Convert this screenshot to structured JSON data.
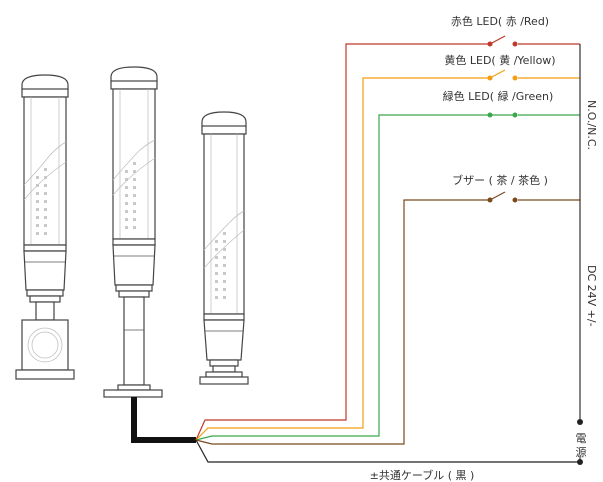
{
  "labels": {
    "red": "赤色 LED( 赤 /Red)",
    "yellow": "黄色 LED( 黄 /Yellow)",
    "green": "緑色 LED( 緑 /Green)",
    "buzzer": "ブザー ( 茶 / 茶色 )",
    "common": "±共通ケーブル ( 黒 )",
    "contact": "N.O./N.C.",
    "dc": "DC 24V  +/-",
    "power": "電源"
  },
  "colors": {
    "red": "#c0392b",
    "yellow": "#f39c12",
    "green": "#3aa84a",
    "brown": "#7a4a1f",
    "black": "#222222",
    "cable": "#111111"
  }
}
